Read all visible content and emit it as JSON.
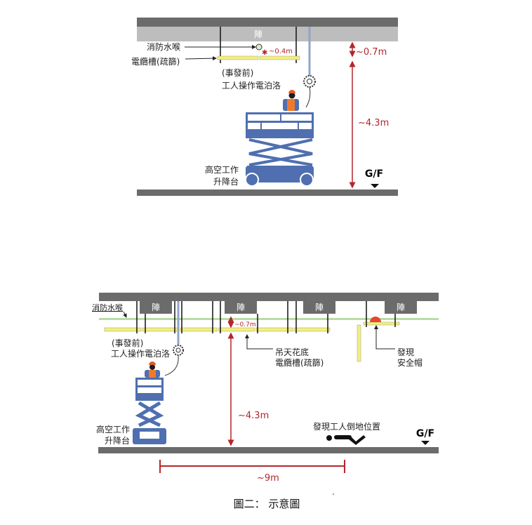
{
  "top": {
    "beam": "陣",
    "fire_hose": "消防水喉",
    "cable_tray": "電纜槽(疏篩)",
    "dim_small": "~0.4m",
    "dim_gap": "~0.7m",
    "dim_height": "~4.3m",
    "before_line1": "(事發前)",
    "before_line2": "工人操作電泊洛",
    "lift_line1": "高空工作",
    "lift_line2": "升降台",
    "floor": "G/F"
  },
  "bottom": {
    "beam": "陣",
    "fire_hose": "消防水喉",
    "dim_gap": "~0.7m",
    "dim_height": "~4.3m",
    "dim_distance": "~9m",
    "before_line1": "(事發前)",
    "before_line2": "工人操作電泊洛",
    "tray_line1": "吊天花底",
    "tray_line2": "電纜槽(疏篩)",
    "helmet_line1": "發現",
    "helmet_line2": "安全帽",
    "fallen": "發現工人倒地位置",
    "lift_line1": "高空工作",
    "lift_line2": "升降台",
    "floor": "G/F"
  },
  "caption": "圖二： 示意圖",
  "colors": {
    "slab": "#6b6b6b",
    "beam_band": "#bdbdbd",
    "tray": "#f3ef7a",
    "dimension": "#b3262b",
    "lift": "#4f6fb0",
    "pipe": "#8fa4c8"
  }
}
